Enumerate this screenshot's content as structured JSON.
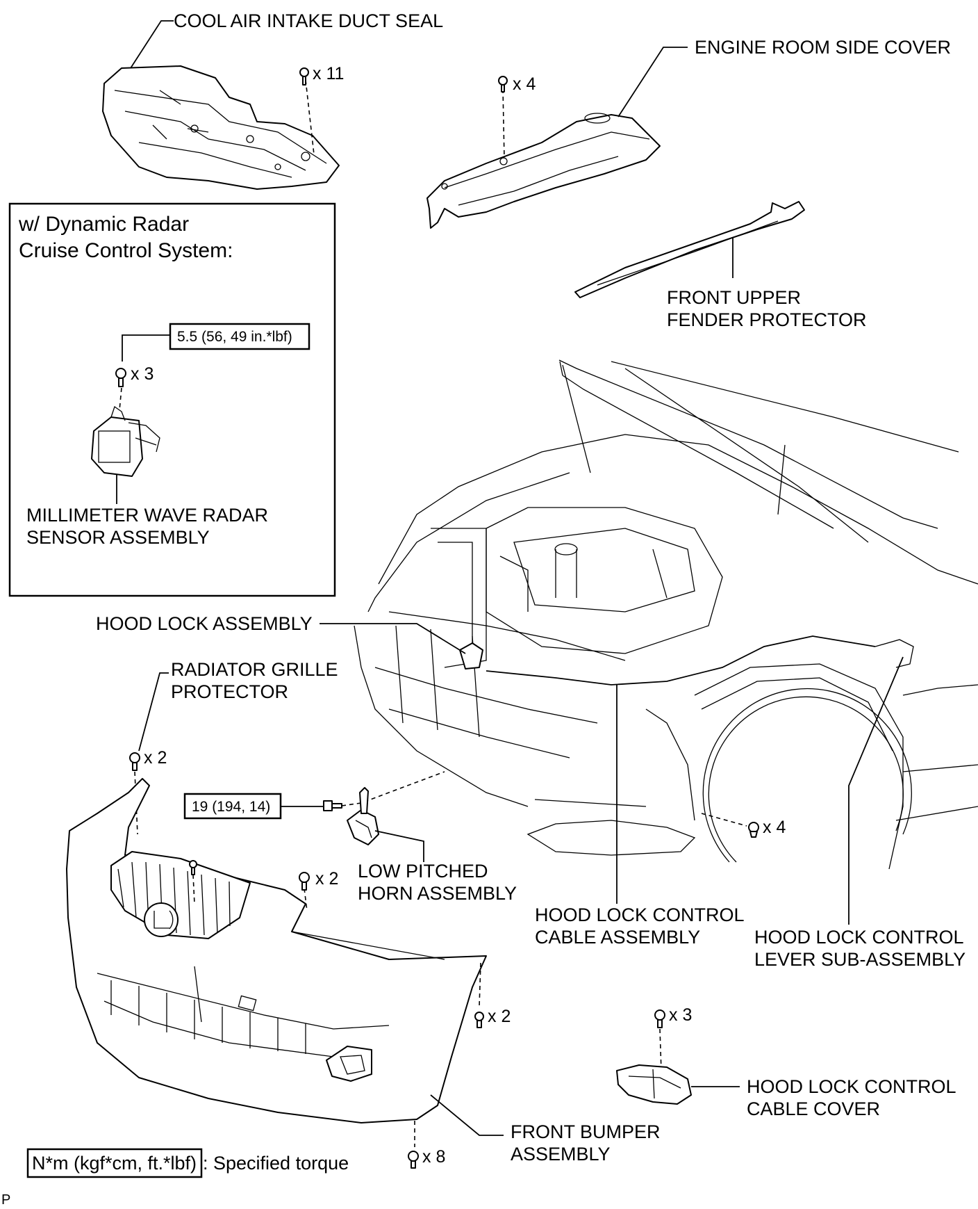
{
  "labels": {
    "cool_air_intake_duct_seal": "COOL AIR INTAKE DUCT SEAL",
    "engine_room_side_cover": "ENGINE ROOM SIDE COVER",
    "front_upper_fender_protector_l1": "FRONT UPPER",
    "front_upper_fender_protector_l2": "FENDER PROTECTOR",
    "inset_title_l1": "w/ Dynamic Radar",
    "inset_title_l2": "Cruise Control System:",
    "millimeter_wave_radar_l1": "MILLIMETER WAVE RADAR",
    "millimeter_wave_radar_l2": "SENSOR ASSEMBLY",
    "hood_lock_assembly": "HOOD LOCK ASSEMBLY",
    "radiator_grille_protector_l1": "RADIATOR GRILLE",
    "radiator_grille_protector_l2": "PROTECTOR",
    "low_pitched_horn_l1": "LOW PITCHED",
    "low_pitched_horn_l2": "HORN ASSEMBLY",
    "hood_lock_control_cable_l1": "HOOD LOCK CONTROL",
    "hood_lock_control_cable_l2": "CABLE ASSEMBLY",
    "hood_lock_control_lever_l1": "HOOD LOCK CONTROL",
    "hood_lock_control_lever_l2": "LEVER SUB-ASSEMBLY",
    "hood_lock_control_cable_cover_l1": "HOOD LOCK CONTROL",
    "hood_lock_control_cable_cover_l2": "CABLE COVER",
    "front_bumper_l1": "FRONT BUMPER",
    "front_bumper_l2": "ASSEMBLY"
  },
  "quantities": {
    "duct_seal_clips": "x 11",
    "side_cover_clips": "x 4",
    "radar_bolts": "x 3",
    "grille_protector_clips": "x 2",
    "bumper_top_clips": "x 2",
    "fender_clips": "x 4",
    "bumper_side_screws": "x 2",
    "cable_cover_bolts": "x 3",
    "bumper_bottom_screws": "x 8"
  },
  "torques": {
    "radar_bolt": "5.5 (56, 49 in.*lbf)",
    "horn_bolt": "19 (194, 14)"
  },
  "legend": {
    "torque_unit": "N*m (kgf*cm, ft.*lbf)",
    "torque_desc": ": Specified torque"
  },
  "footer_code": "P"
}
